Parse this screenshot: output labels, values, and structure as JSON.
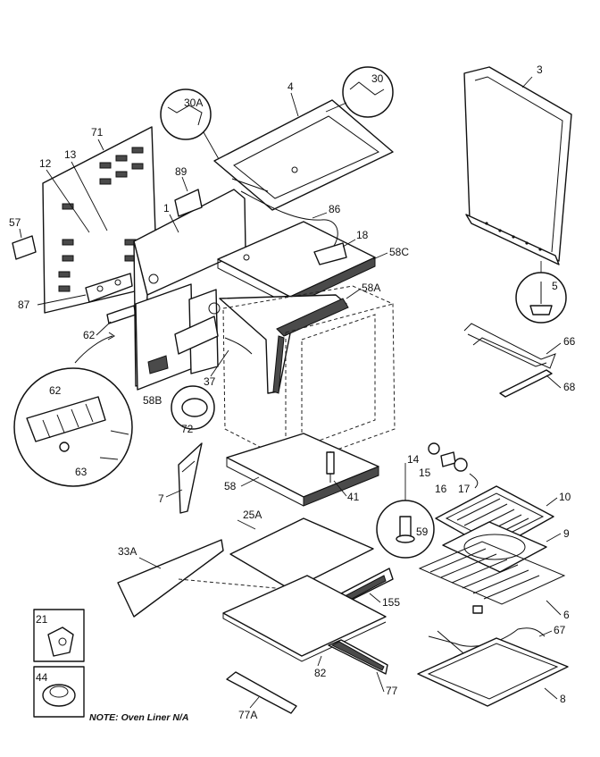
{
  "labels": {
    "p3": "3",
    "p4": "4",
    "p30": "30",
    "p30a": "30A",
    "p71": "71",
    "p12": "12",
    "p13": "13",
    "p89": "89",
    "p1": "1",
    "p86": "86",
    "p18": "18",
    "p58c": "58C",
    "p57": "57",
    "p87": "87",
    "p62a": "62",
    "p58a": "58A",
    "p5": "5",
    "p66": "66",
    "p68": "68",
    "p62b": "62",
    "p37": "37",
    "p58b": "58B",
    "p72": "72",
    "p63": "63",
    "p14": "14",
    "p15": "15",
    "p16": "16",
    "p17": "17",
    "p7": "7",
    "p58": "58",
    "p41": "41",
    "p10": "10",
    "p9": "9",
    "p59": "59",
    "p25a": "25A",
    "p33a": "33A",
    "p155": "155",
    "p6": "6",
    "p21": "21",
    "p67": "67",
    "p82": "82",
    "p44": "44",
    "p8": "8",
    "p77": "77",
    "p77a": "77A"
  },
  "note": "NOTE:  Oven Liner N/A"
}
